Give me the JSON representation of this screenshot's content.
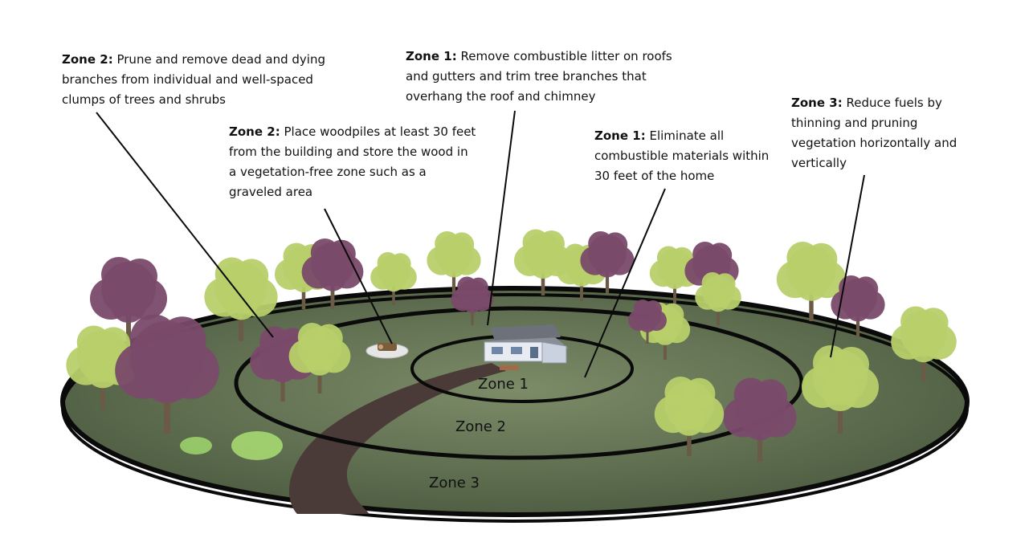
{
  "callouts": [
    {
      "title": "Zone 2:",
      "text": "Prune and remove dead and dying branches from individual and well-spaced clumps of trees and shrubs"
    },
    {
      "title": "Zone 2:",
      "text": "Place woodpiles at least 30 feet from the building and store the wood in a vegetation-free zone such as a graveled area"
    },
    {
      "title": "Zone 1:",
      "text": "Remove combustible litter on roofs and gutters and trim tree branches that overhang the roof and chimney"
    },
    {
      "title": "Zone 1:",
      "text": "Eliminate all combustible materials within 30 feet of the home"
    },
    {
      "title": "Zone 3:",
      "text": "Reduce fuels by thinning  and pruning vegetation horizontally and vertically"
    }
  ],
  "zones": [
    {
      "label": "Zone 1"
    },
    {
      "label": "Zone 2"
    },
    {
      "label": "Zone 3"
    }
  ],
  "colors": {
    "ground": "#4e5e41",
    "ground_light": "#6d7d5c",
    "ring": "#0a0a0a",
    "path": "#4a3b38",
    "tree_green": "#b7cf6a",
    "tree_purple": "#7a4a6a",
    "trunk": "#6a5a46"
  }
}
